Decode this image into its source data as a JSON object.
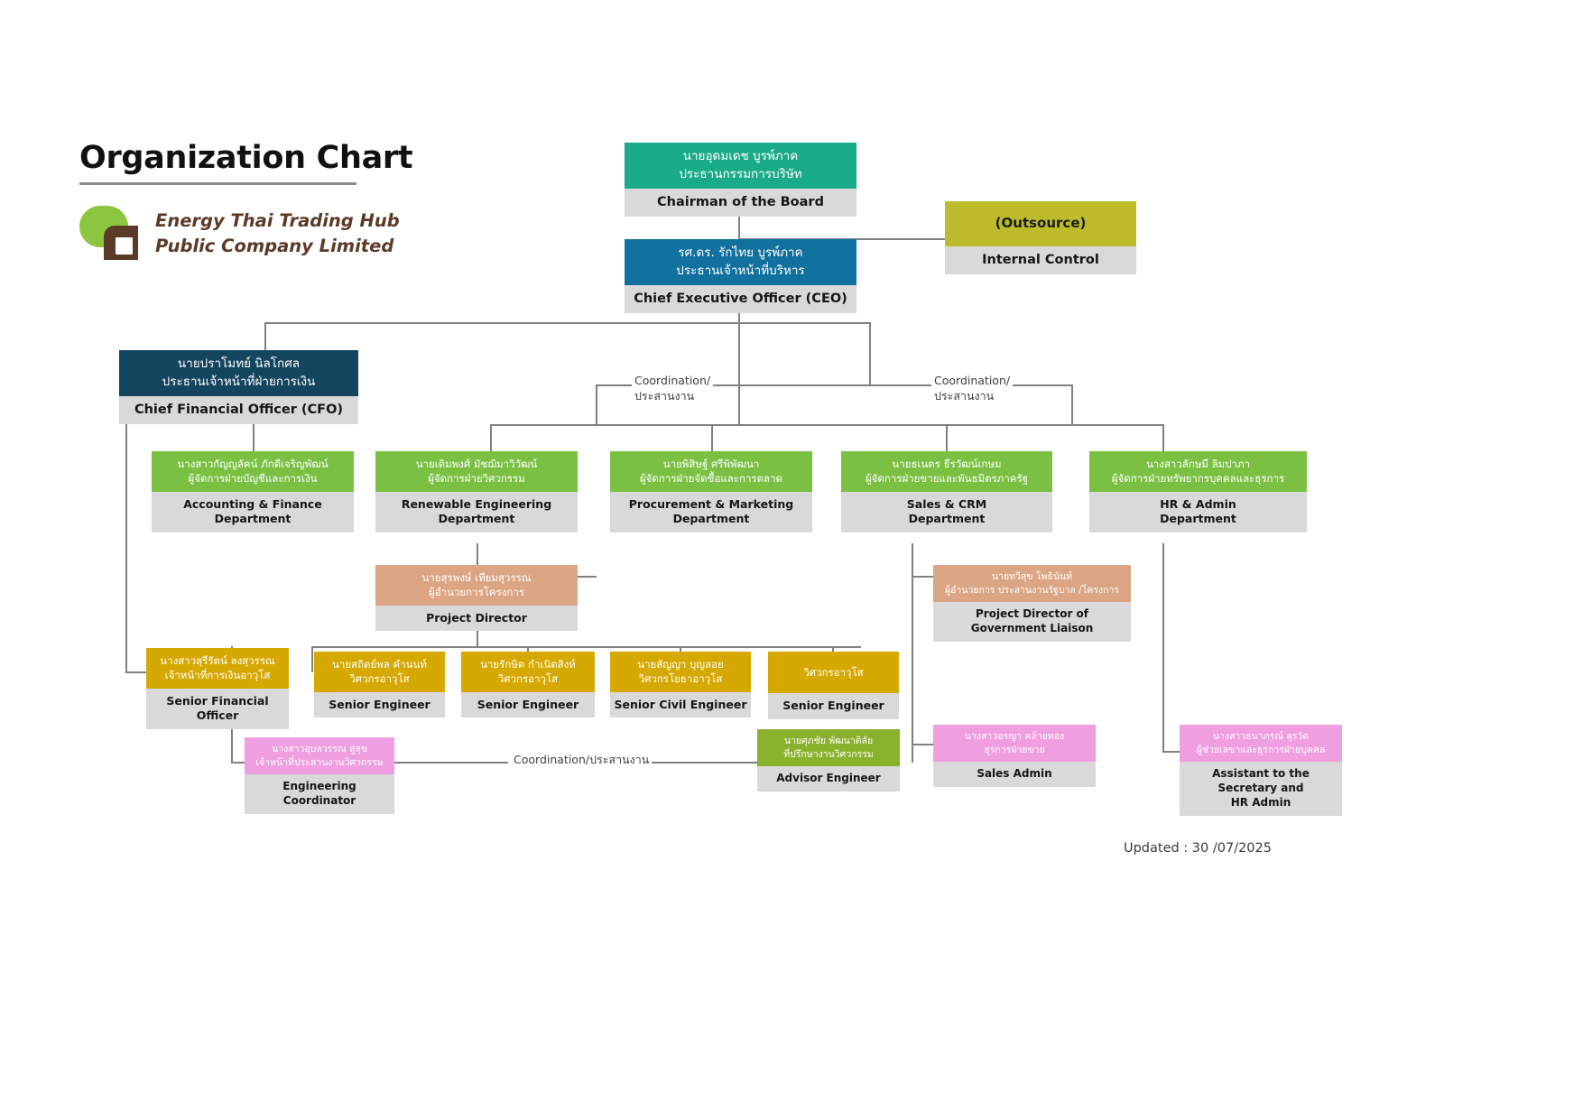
{
  "header": {
    "title": "Organization Chart",
    "company_line1": "Energy Thai Trading Hub",
    "company_line2": "Public Company Limited",
    "logo_name": "energy-thai-trading-hub-logo"
  },
  "footer": {
    "updated": "Updated : 30 /07/2025"
  },
  "colors": {
    "chairman": "#1aab8a",
    "ceo": "#11719e",
    "cfo": "#14455f",
    "outsource": "#bdbb2b",
    "department": "#7ac143",
    "project_director": "#dca583",
    "senior": "#d6a900",
    "support": "#ef9ee0",
    "advisor": "#8ab22d",
    "english_band": "#d9d9d9",
    "connector": "#808080"
  },
  "labels": {
    "coordination_1_line1": "Coordination/",
    "coordination_1_line2": "ประสานงาน",
    "coordination_2_line1": "Coordination/",
    "coordination_2_line2": "ประสานงาน",
    "coordination_3": "Coordination/ประสานงาน"
  },
  "nodes": {
    "chairman": {
      "thai_name": "นายอุดมเดช บูรพ์ภาค",
      "thai_title": "ประธานกรรมการบริษัท",
      "english": "Chairman of the Board"
    },
    "outsource": {
      "thai_name": "(Outsource)",
      "english": "Internal Control"
    },
    "ceo": {
      "thai_name": "รศ.ดร. รักไทย บูรพ์ภาค",
      "thai_title": "ประธานเจ้าหน้าที่บริหาร",
      "english": "Chief Executive Officer (CEO)"
    },
    "cfo": {
      "thai_name": "นายปราโมทย์ นิลโกศล",
      "thai_title": "ประธานเจ้าหน้าที่ฝ่ายการเงิน",
      "english": "Chief Financial Officer (CFO)"
    },
    "accounting": {
      "thai_name": "นางสาวกัญญลัคน์ ภักดีเจริญพัฒน์",
      "thai_title": "ผู้จัดการฝ่ายบัญชีและการเงิน",
      "english_line1": "Accounting & Finance",
      "english_line2": "Department"
    },
    "engineering": {
      "thai_name": "นายเติมพงศ์ มัชฌิมาวิวัฒน์",
      "thai_title": "ผู้จัดการฝ่ายวิศวกรรม",
      "english_line1": "Renewable Engineering",
      "english_line2": "Department"
    },
    "procurement": {
      "thai_name": "นายพิสิษฐ์ ศรีพิพัฒนา",
      "thai_title": "ผู้จัดการฝ่ายจัดซื้อและการตลาด",
      "english_line1": "Procurement & Marketing",
      "english_line2": "Department"
    },
    "sales": {
      "thai_name": "นายธเนตร ธีรวัฒน์เกษม",
      "thai_title": "ผู้จัดการฝ่ายขายและพันธมิตรภาครัฐ",
      "english_line1": "Sales & CRM",
      "english_line2": "Department"
    },
    "hr": {
      "thai_name": "นางสาวลักษมี ลิมปาภา",
      "thai_title": "ผู้จัดการฝ่ายทรัพยากรบุคคลและธุรการ",
      "english_line1": "HR & Admin",
      "english_line2": "Department"
    },
    "project_director": {
      "thai_name": "นายสุรพงษ์ เทียมสุวรรณ",
      "thai_title": "ผู้อำนวยการโครงการ",
      "english": "Project Director"
    },
    "gov_liaison": {
      "thai_name": "นายทวีสุข โพธินันท์",
      "thai_title": "ผู้อำนวยการ ประสานงานรัฐบาล /โครงการ",
      "english_line1": "Project Director of",
      "english_line2": "Government Liaison"
    },
    "senior_financial": {
      "thai_name": "นางสาวสุรีรัตน์ ลงสุวรรณ",
      "thai_title": "เจ้าหน้าที่การเงินอาวุโส",
      "english": "Senior Financial Officer"
    },
    "senior_engineer_1": {
      "thai_name": "นายสถิตย์พล คำนนท์",
      "thai_title": "วิศวกรอาวุโส",
      "english": "Senior Engineer"
    },
    "senior_engineer_2": {
      "thai_name": "นายรักษิต กำเนิดสิงห์",
      "thai_title": "วิศวกรอาวุโส",
      "english": "Senior Engineer"
    },
    "senior_civil_engineer": {
      "thai_name": "นายสัญญา บุญลอย",
      "thai_title": "วิศวกรโยธาอาวุโส",
      "english": "Senior Civil Engineer"
    },
    "senior_engineer_3": {
      "thai_name": "",
      "thai_title": "วิศวกรอาวุโส",
      "english": "Senior Engineer"
    },
    "engineering_coordinator": {
      "thai_name": "นางสาวอุบลวรรณ สู่สุข",
      "thai_title": "เจ้าหน้าที่ประสานงานวิศวกรรม",
      "english": "Engineering Coordinator"
    },
    "advisor_engineer": {
      "thai_name": "นายศุภชัย พัฒนาติลัย",
      "thai_title": "ที่ปรึกษางานวิศวกรรม",
      "english": "Advisor Engineer"
    },
    "sales_admin": {
      "thai_name": "นางสาวอรญา คล้ายทอง",
      "thai_title": "ธุรการฝ่ายขาย",
      "english": "Sales Admin"
    },
    "assistant_secretary": {
      "thai_name": "นางสาวธนาภรณ์ สุรวัต",
      "thai_title": "ผู้ช่วยเลขาและธุรการฝ่ายบุคคล",
      "english_line1": "Assistant to the",
      "english_line2": "Secretary and",
      "english_line3": "HR Admin"
    }
  }
}
